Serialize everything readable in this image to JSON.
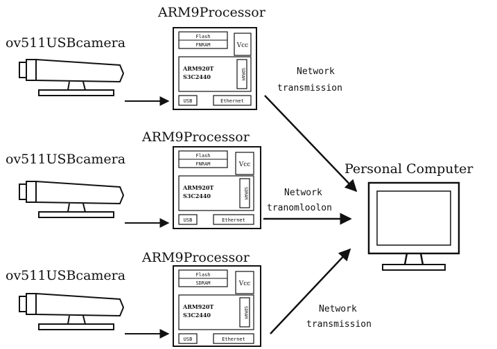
{
  "rows": [
    {
      "camera_label": "ov511USBcamera",
      "processor_title": "ARM9Processor",
      "board": {
        "flash": "Flash",
        "ram": "FNRAM",
        "vcc": "Vcc",
        "cpu_line1": "ARM920T",
        "cpu_line2": "S3C2440",
        "side_chip": "SDRAM",
        "usb": "USB",
        "ethernet": "Ethernet"
      },
      "network_line1": "Network",
      "network_line2": "transmission"
    },
    {
      "camera_label": "ov511USBcamera",
      "processor_title": "ARM9Processor",
      "board": {
        "flash": "Flash",
        "ram": "FNRAM",
        "vcc": "Vcc",
        "cpu_line1": "ARM920T",
        "cpu_line2": "S3C2440",
        "side_chip": "SDRAM",
        "usb": "USB",
        "ethernet": "Ethernet"
      },
      "network_line1": "Network",
      "network_line2": "tranomloolon"
    },
    {
      "camera_label": "ov511USBcamera",
      "processor_title": "ARM9Processor",
      "board": {
        "flash": "Flash",
        "ram": "SDRAM",
        "vcc": "Vcc",
        "cpu_line1": "ARM920T",
        "cpu_line2": "S3C2440",
        "side_chip": "SDRAM",
        "usb": "USB",
        "ethernet": "Ethernet"
      },
      "network_line1": "Network",
      "network_line2": "transmission"
    }
  ],
  "pc_label": "Personal Computer"
}
